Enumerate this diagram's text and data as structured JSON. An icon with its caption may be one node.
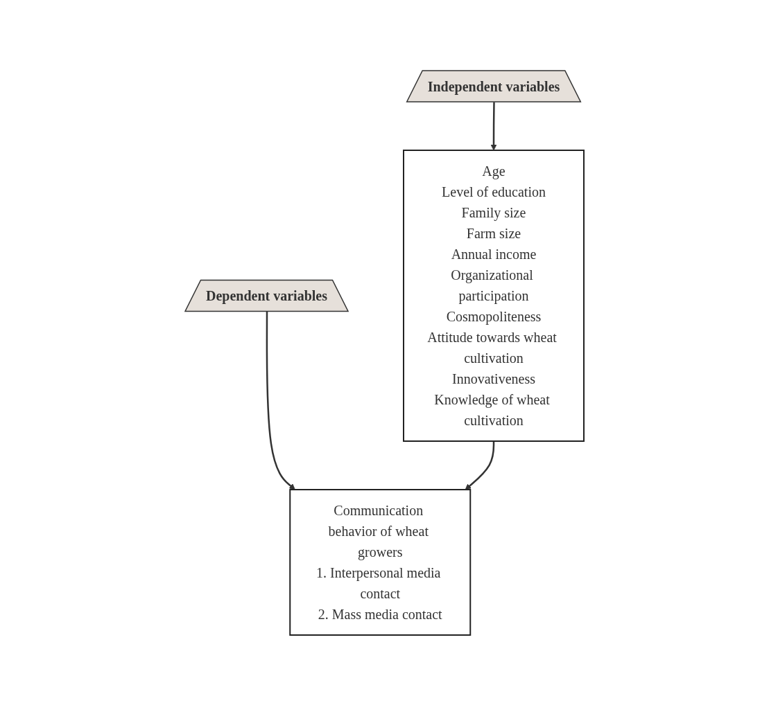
{
  "diagram": {
    "nodes": [
      {
        "text": [
          "Independent variables"
        ]
      },
      {
        "text": [
          "Dependent variables"
        ]
      },
      {
        "text": [
          "Age",
          "Level of education",
          "Family size",
          "Farm size",
          "Annual income",
          "Organizational participation",
          "Cosmopoliteness",
          "Attitude towards wheat cultivation",
          "Innovativeness",
          "Knowledge of wheat cultivation"
        ]
      },
      {
        "text": [
          "Communication behavior of wheat growers",
          "1. Interpersonal media contact",
          "2. Mass media contact"
        ]
      }
    ],
    "edges": [
      {
        "from": 0,
        "to": 2,
        "arrow": "to"
      },
      {
        "from": 1,
        "to": 3,
        "arrow": "to"
      },
      {
        "from": 2,
        "to": 3,
        "arrow": "to"
      }
    ]
  }
}
